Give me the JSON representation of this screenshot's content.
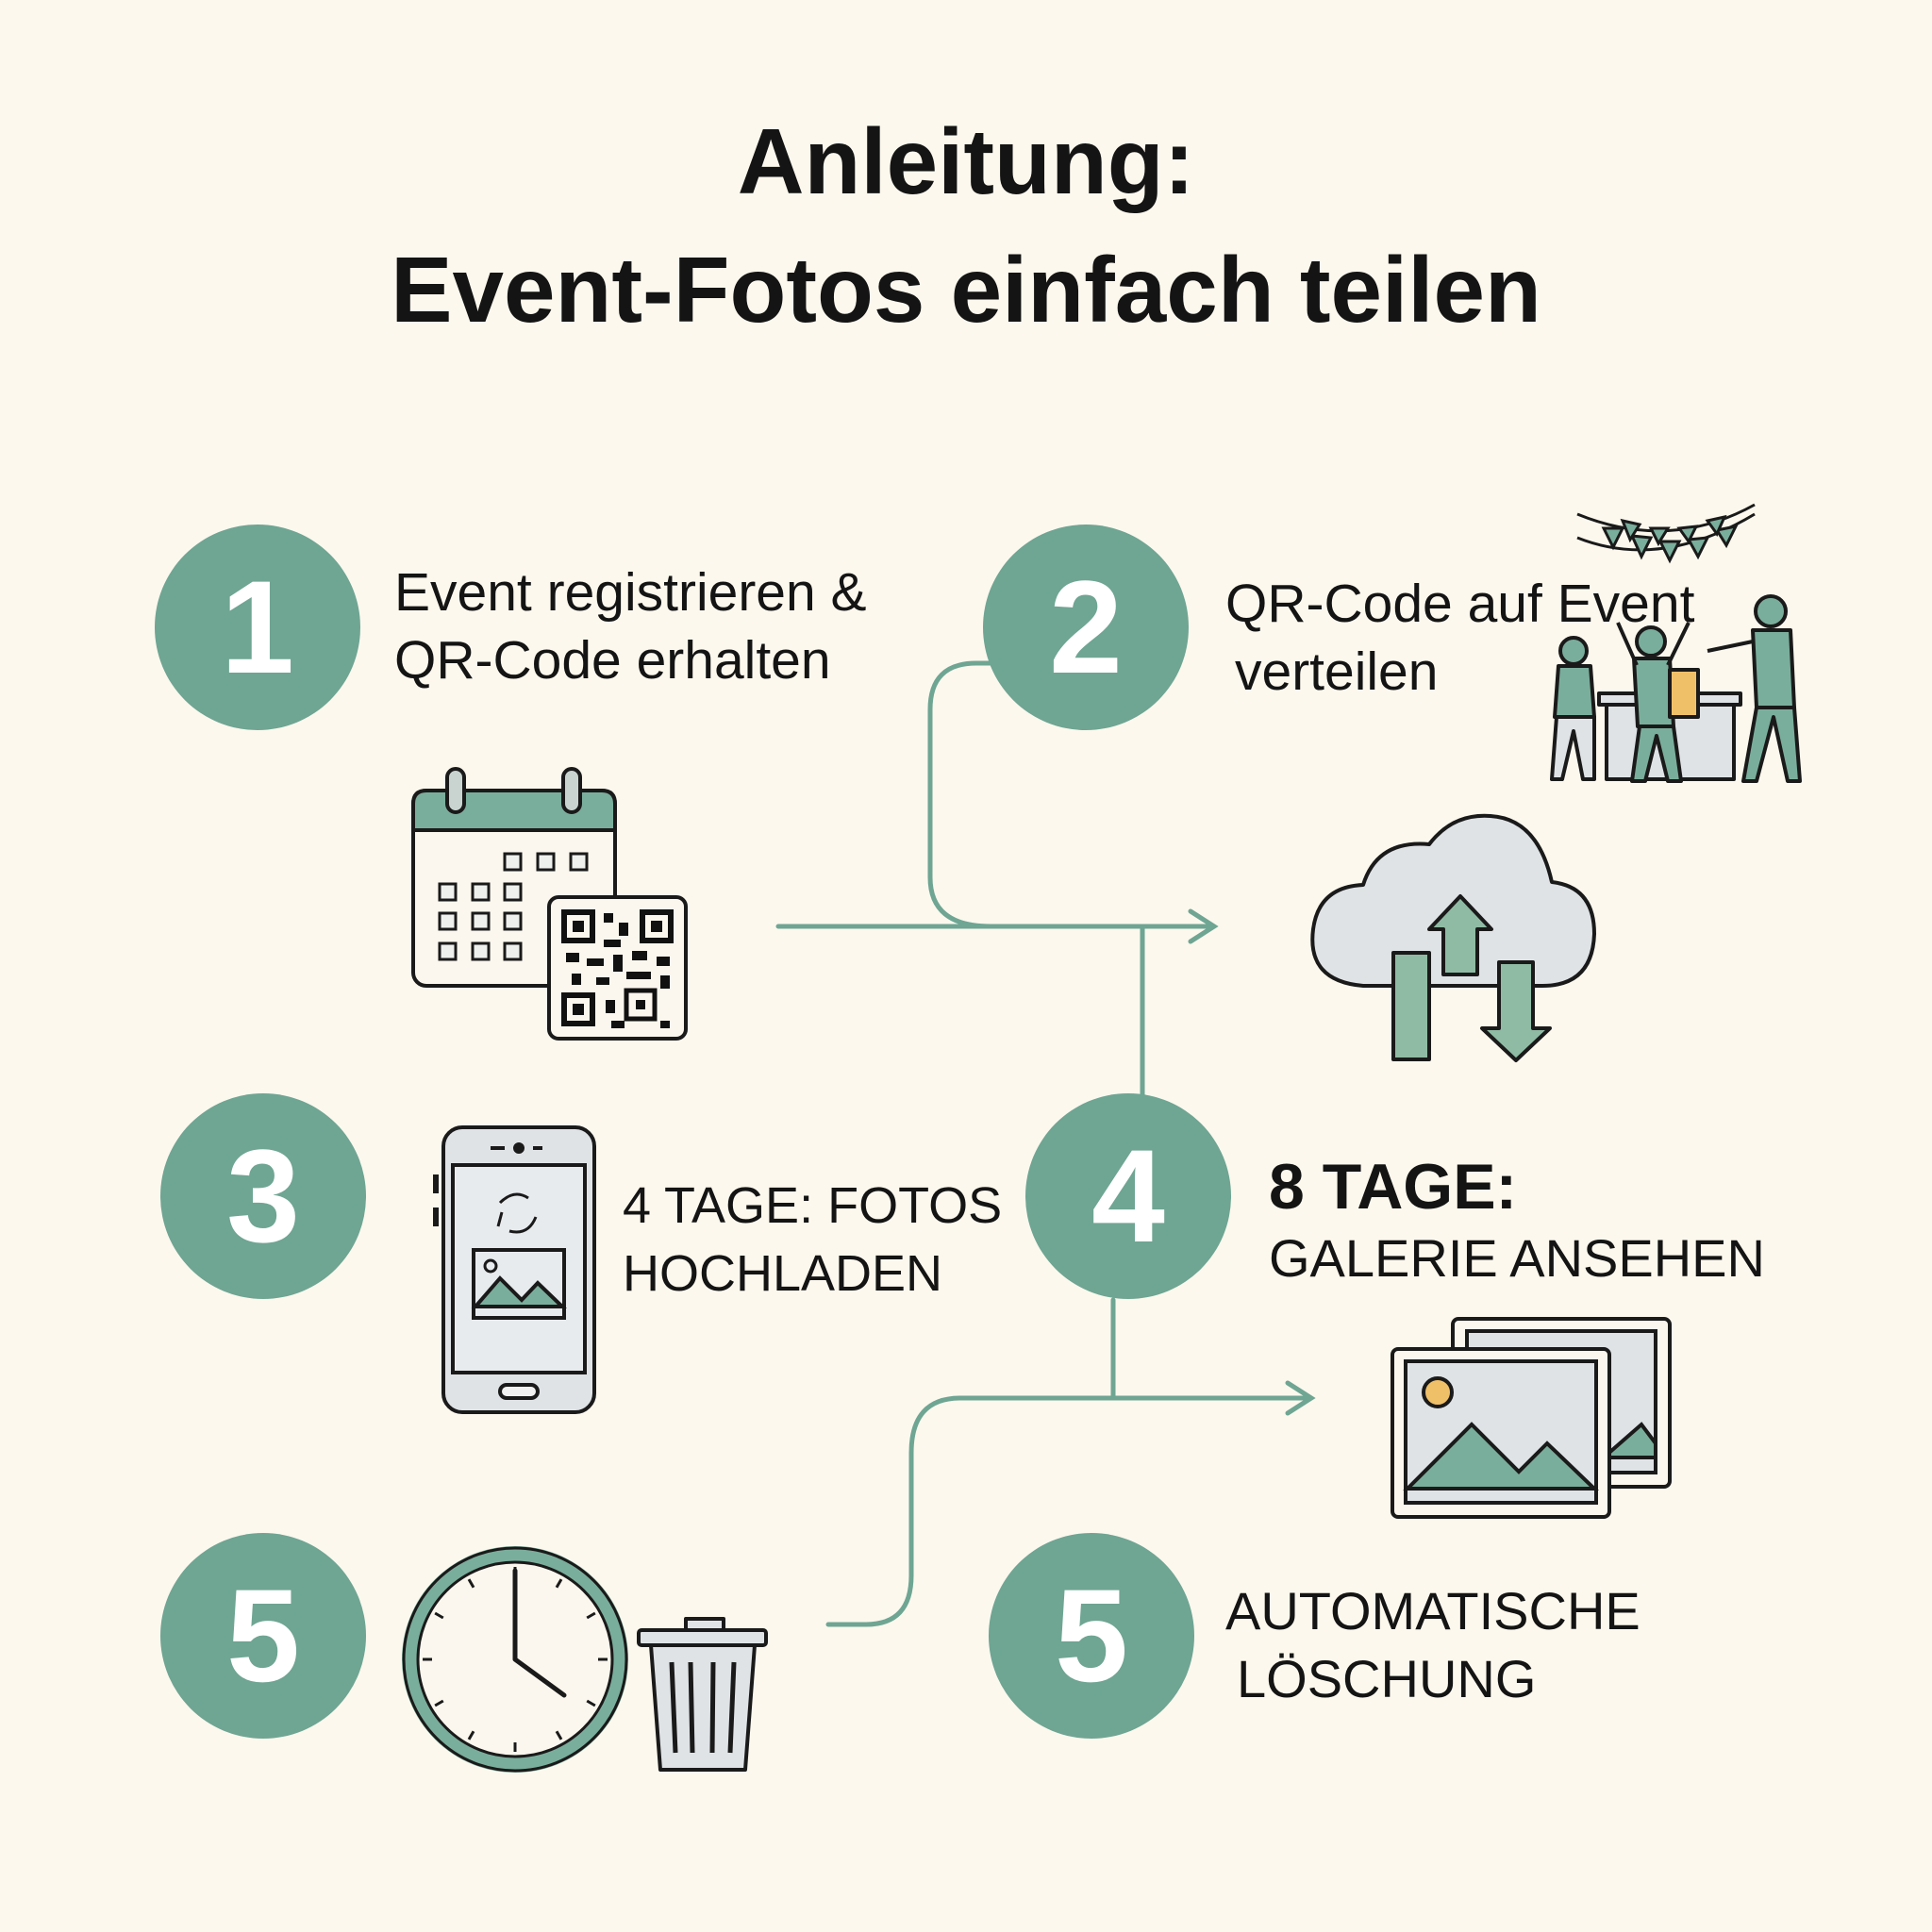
{
  "title": {
    "line1": "Anleitung:",
    "line2": "Event-Fotos einfach teilen"
  },
  "colors": {
    "accent": "#6fa593",
    "background": "#fcf8ee",
    "text": "#141414",
    "icon_fill": "#dfe3e6",
    "highlight": "#f0c069"
  },
  "steps": [
    {
      "number": "1",
      "line1": "Event registrieren &",
      "line2": "QR-Code erhalten",
      "icons": [
        "calendar-icon",
        "qr-code-icon"
      ]
    },
    {
      "number": "2",
      "line1": "QR-Code auf Event",
      "line2": "verteilen",
      "icons": [
        "party-people-icon",
        "bunting-icon",
        "cloud-upload-icon"
      ]
    },
    {
      "number": "3",
      "line1": "4 TAGE: FOTOS",
      "line2": "HOCHLADEN",
      "icons": [
        "smartphone-upload-icon"
      ]
    },
    {
      "number": "4",
      "line1": "8 TAGE:",
      "line2": "GALERIE ANSEHEN",
      "icons": [
        "photo-gallery-icon"
      ]
    },
    {
      "number": "5",
      "icons": [
        "clock-icon",
        "trash-icon"
      ]
    },
    {
      "number": "5",
      "line1": "AUTOMATISCHE",
      "line2": "LÖSCHUNG"
    }
  ]
}
